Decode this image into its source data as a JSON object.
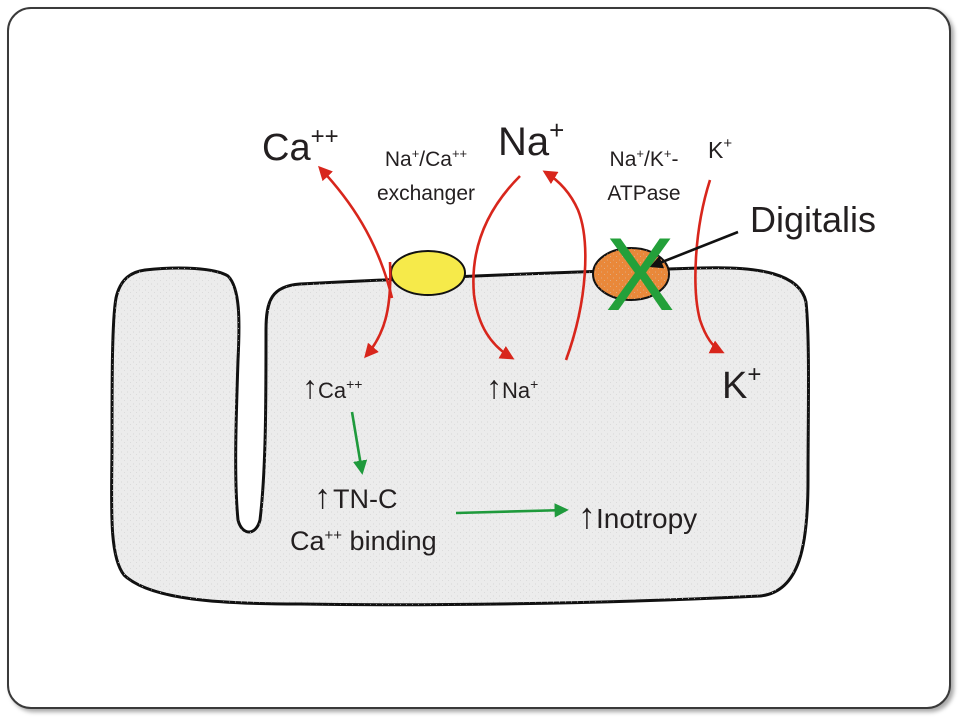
{
  "colors": {
    "cell_fill": "#ececec",
    "cell_stroke": "#111111",
    "exchanger_fill": "#f6ea4a",
    "atpase_fill": "#e9883a",
    "ion_arrow": "#d8261c",
    "effect_arrow": "#1f9a3c",
    "inhibit_x": "#23a03a"
  },
  "labels": {
    "ca_out": {
      "base": "Ca",
      "sup": "++"
    },
    "na_out": {
      "base": "Na",
      "sup": "+"
    },
    "exchanger": {
      "line1_a": "Na",
      "line1_a_sup": "+",
      "line1_b": "/Ca",
      "line1_b_sup": "++",
      "line2": "exchanger"
    },
    "atpase": {
      "line1_a": "Na",
      "line1_a_sup": "+",
      "line1_b": "/K",
      "line1_b_sup": "+",
      "line1_c": "-",
      "line2": "ATPase"
    },
    "k_out": {
      "base": "K",
      "sup": "+"
    },
    "digitalis": "Digitalis",
    "ca_in": {
      "arrow": "↑",
      "base": "Ca",
      "sup": "++"
    },
    "na_in": {
      "arrow": "↑",
      "base": "Na",
      "sup": "+"
    },
    "k_in": {
      "base": "K",
      "sup": "+"
    },
    "tnc": {
      "arrow": "↑",
      "line1": "TN-C",
      "line2_a": "Ca",
      "line2_a_sup": "++",
      "line2_b": " binding"
    },
    "inotropy": {
      "arrow": "↑",
      "text": "Inotropy"
    },
    "inhibit_mark": "X"
  }
}
